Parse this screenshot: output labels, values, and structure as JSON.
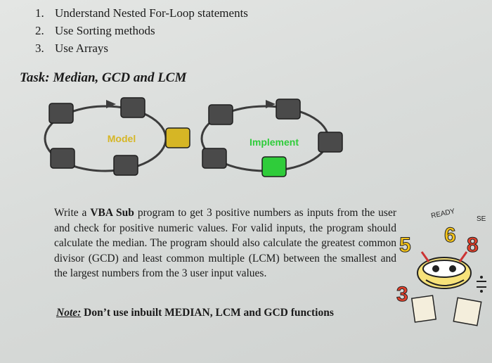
{
  "objectives": [
    {
      "num": "1.",
      "text": "Understand Nested For-Loop statements"
    },
    {
      "num": "2.",
      "text": "Use Sorting methods"
    },
    {
      "num": "3.",
      "text": "Use Arrays"
    }
  ],
  "task_title": "Task: Median, GCD and LCM",
  "diagram": {
    "left_label": "Model",
    "right_label": "Implement",
    "colors": {
      "node": "#4a4a4a",
      "left_accent": "#d6b625",
      "right_accent": "#2fcc3a",
      "left_label": "#d6b625",
      "right_label": "#2fcc3a"
    }
  },
  "body": {
    "intro": "Write a ",
    "keyword": "VBA Sub",
    "rest": " program to get 3 positive numbers as inputs from the user and check for positive numeric values. For valid inputs, the program should calculate the median. The program should also calculate the greatest common divisor (GCD) and least common multiple (LCM) between the smallest and the largest numbers from the 3 user input values."
  },
  "note": {
    "label": "Note:",
    "text": " Don’t use inbuilt MEDIAN, LCM and GCD functions"
  },
  "clipart": {
    "ready": "READY",
    "set": "SE",
    "digits": [
      "5",
      "6",
      "8",
      "3"
    ]
  }
}
